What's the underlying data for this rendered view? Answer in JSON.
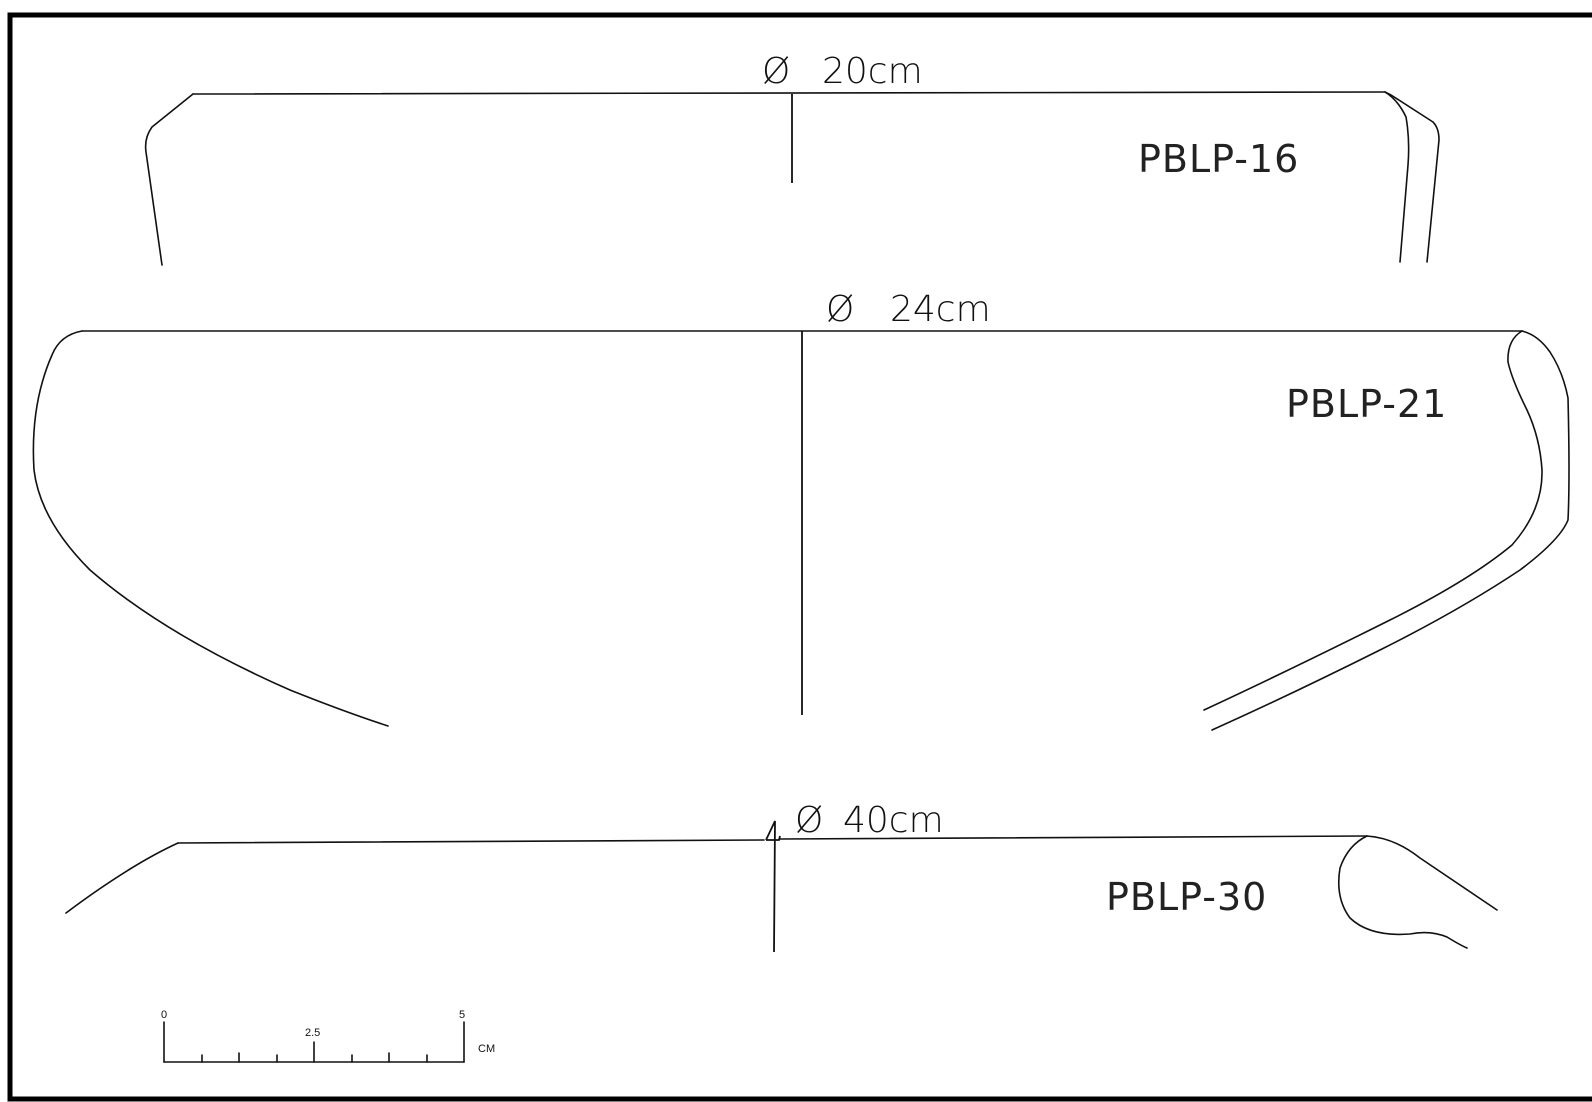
{
  "sherds": [
    {
      "id": "PBLP-16",
      "diameter_label": "20cm"
    },
    {
      "id": "PBLP-21",
      "diameter_label": "24cm"
    },
    {
      "id": "PBLP-30",
      "diameter_label": "40cm"
    }
  ],
  "diameter_symbol": "Ø",
  "scale_bar": {
    "tick_labels": [
      "0",
      "2.5",
      "5"
    ],
    "unit": "CM"
  }
}
